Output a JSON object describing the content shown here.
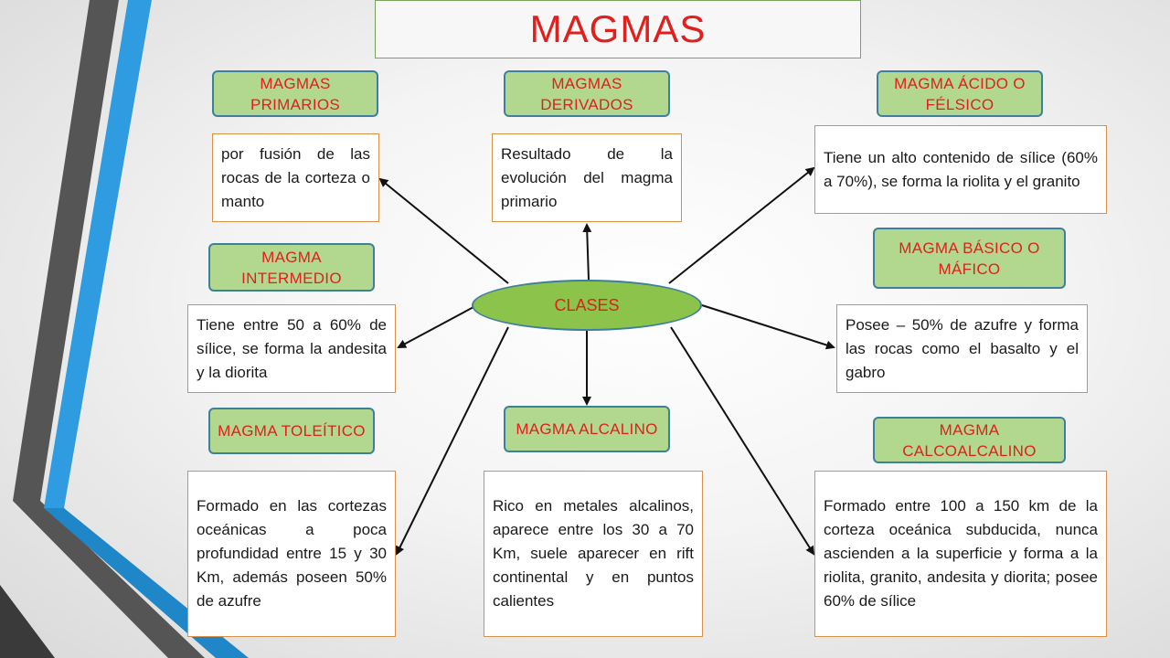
{
  "title": "MAGMAS",
  "center": "CLASES",
  "types": [
    {
      "label": "MAGMAS PRIMARIOS",
      "text": "por fusión de las rocas de la corteza o manto"
    },
    {
      "label": "MAGMAS DERIVADOS",
      "text": "Resultado de la evolución del magma primario"
    },
    {
      "label": "MAGMA ÁCIDO O FÉLSICO",
      "text": "Tiene un alto contenido de sílice (60% a 70%), se forma la riolita y el granito"
    },
    {
      "label": "MAGMA INTERMEDIO",
      "text": "Tiene entre 50 a 60% de sílice, se forma la andesita y la diorita"
    },
    {
      "label": "MAGMA BÁSICO O MÁFICO",
      "text": "Posee – 50% de azufre y forma las rocas como el basalto y el gabro"
    },
    {
      "label": "MAGMA TOLEÍTICO",
      "text": "Formado en las cortezas oceánicas a poca profundidad entre 15 y 30 Km, además poseen 50% de azufre"
    },
    {
      "label": "MAGMA ALCALINO",
      "text": "Rico en metales alcalinos, aparece entre los 30 a 70 Km, suele aparecer en rift continental y en puntos calientes"
    },
    {
      "label": "MAGMA CALCOALCALINO",
      "text": "Formado entre 100 a 150 km de la corteza oceánica subducida, nunca ascienden a la superficie y forma a la riolita, granito, andesita y diorita; posee 60% de sílice"
    }
  ]
}
